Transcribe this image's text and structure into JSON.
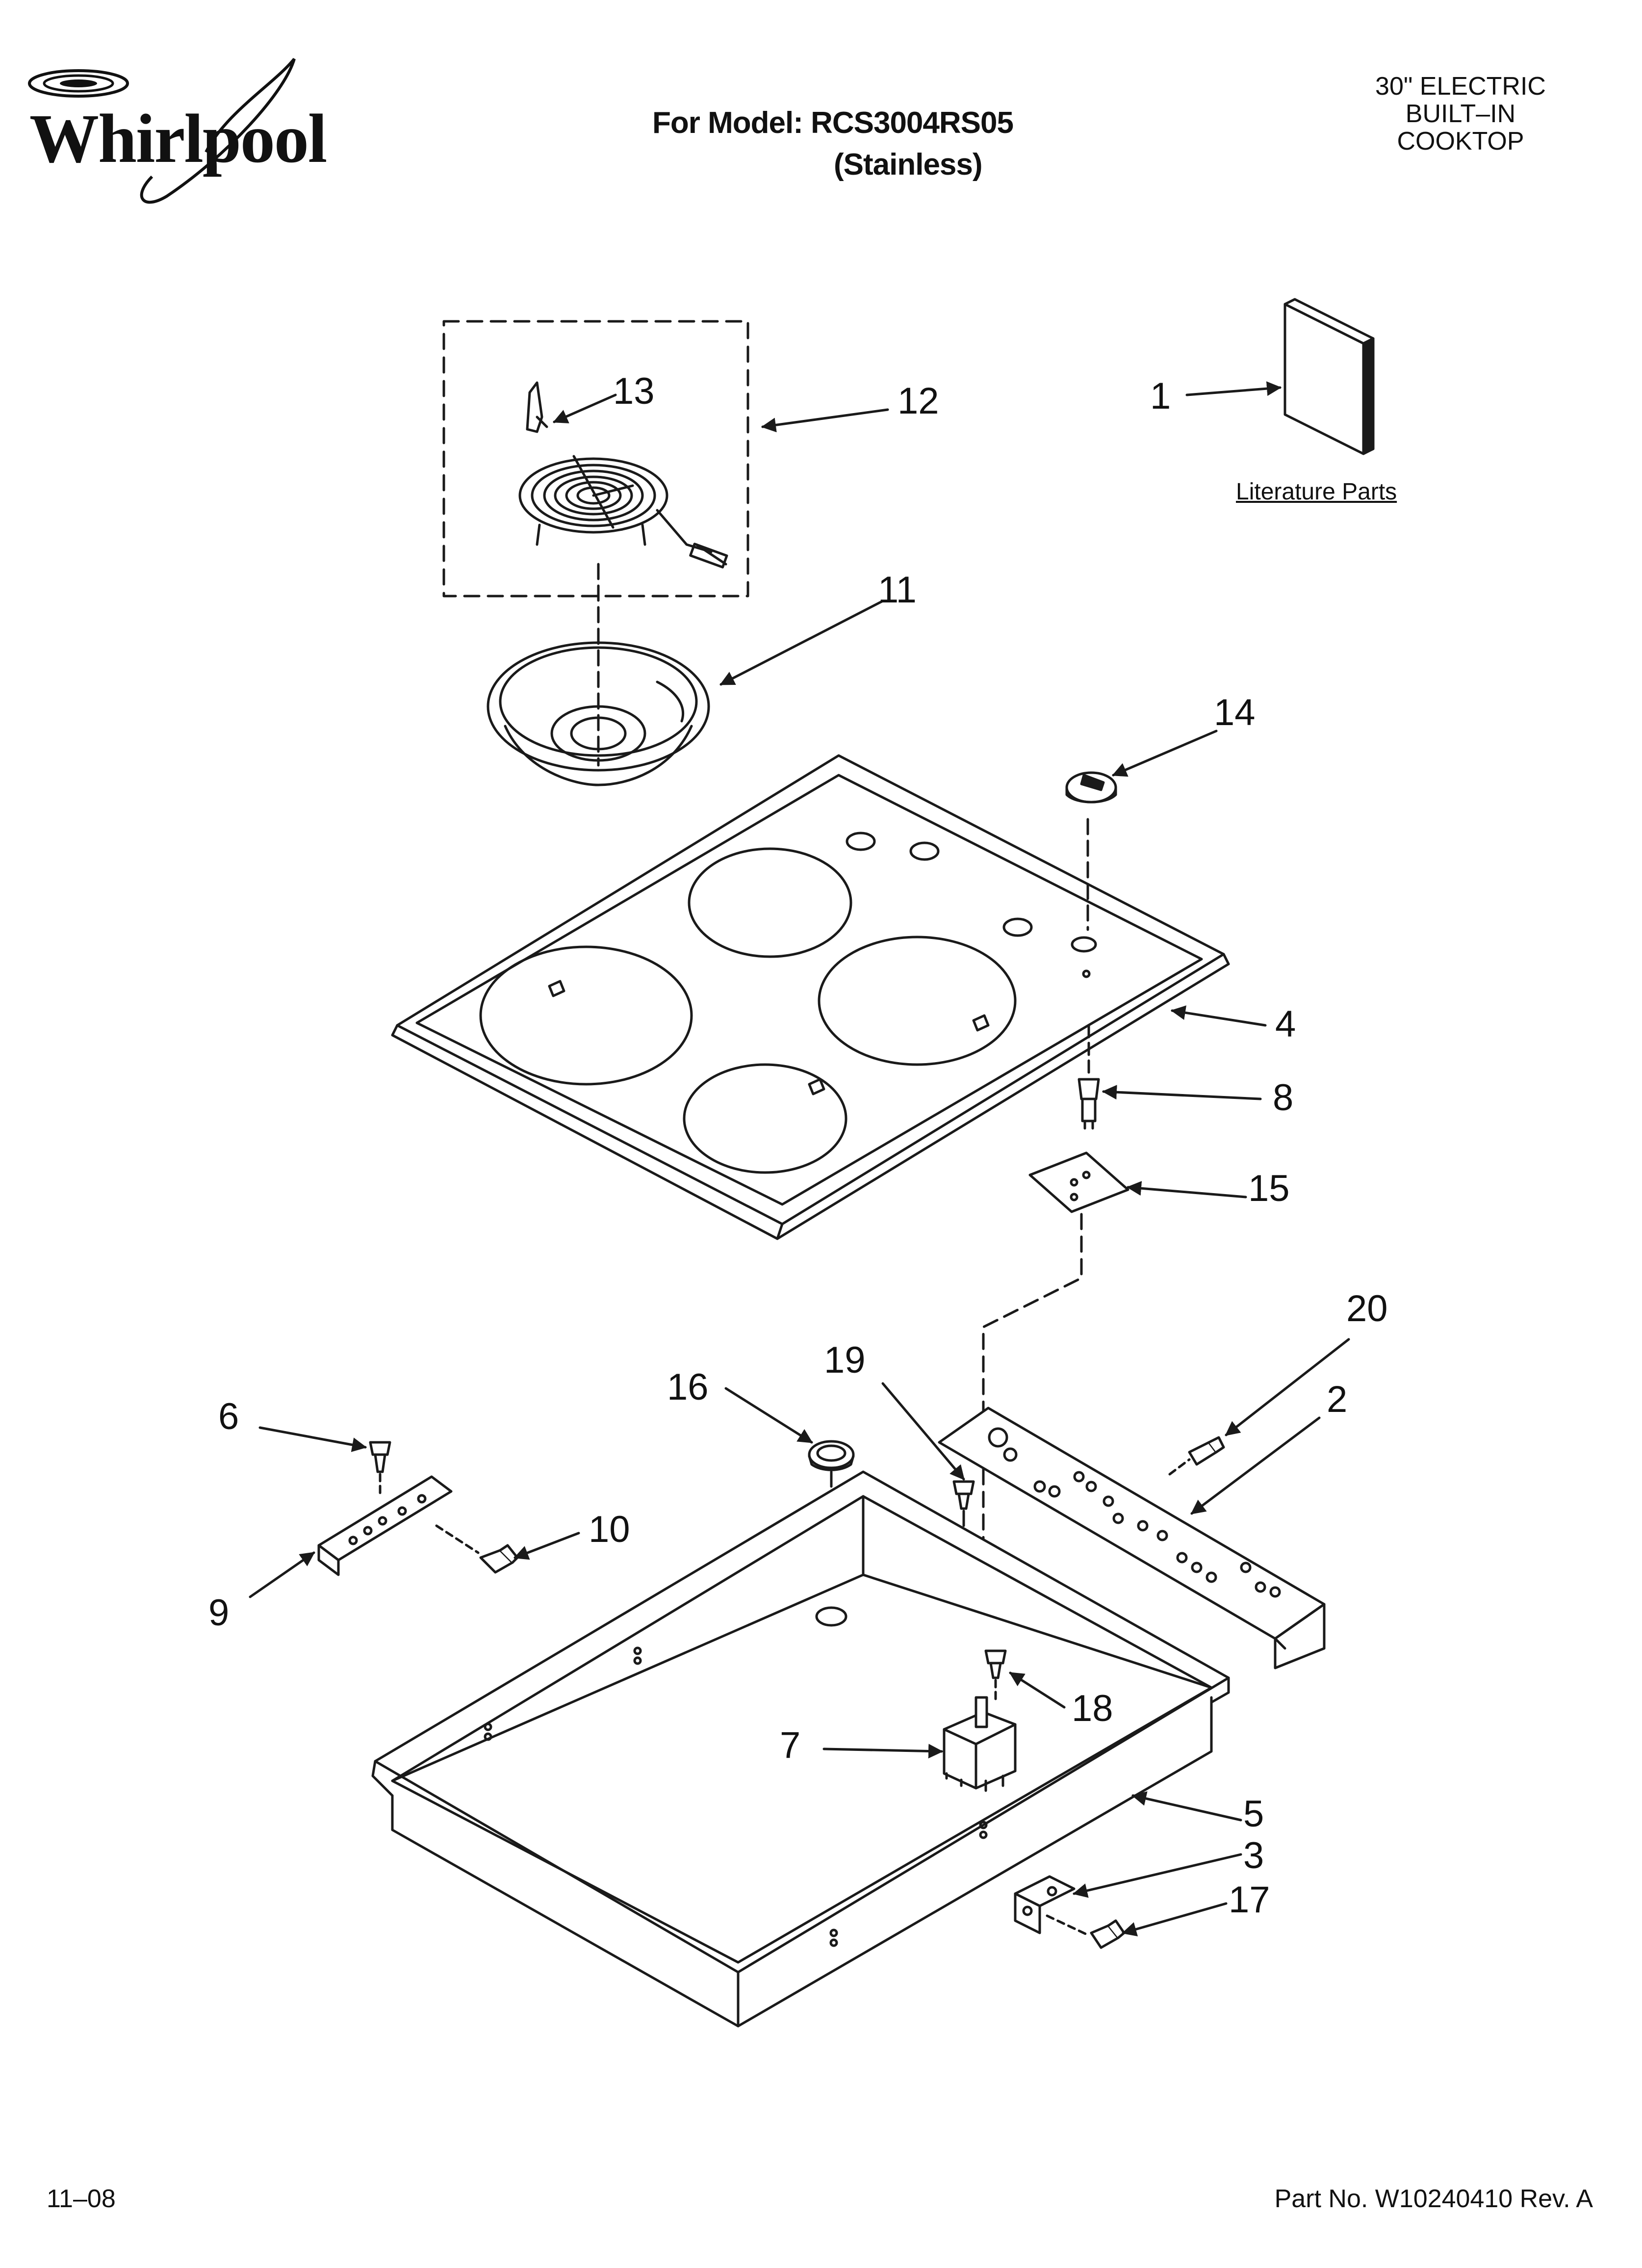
{
  "header": {
    "brand": "Whirlpool",
    "model_line": "For Model: RCS3004RS05",
    "model_variant": "(Stainless)",
    "product_lines": [
      "30\" ELECTRIC",
      "BUILT–IN",
      "COOKTOP"
    ]
  },
  "literature_label": "Literature Parts",
  "callouts": {
    "c1": "1",
    "c2": "2",
    "c3": "3",
    "c4": "4",
    "c5": "5",
    "c6": "6",
    "c7": "7",
    "c8": "8",
    "c9": "9",
    "c10": "10",
    "c11": "11",
    "c12": "12",
    "c13": "13",
    "c14": "14",
    "c15": "15",
    "c16": "16",
    "c17": "17",
    "c18": "18",
    "c19": "19",
    "c20": "20"
  },
  "footer": {
    "date_code": "11–08",
    "part_number": "Part No. W10240410 Rev. A"
  },
  "colors": {
    "line": "#1a1a1a",
    "paper": "#ffffff"
  }
}
